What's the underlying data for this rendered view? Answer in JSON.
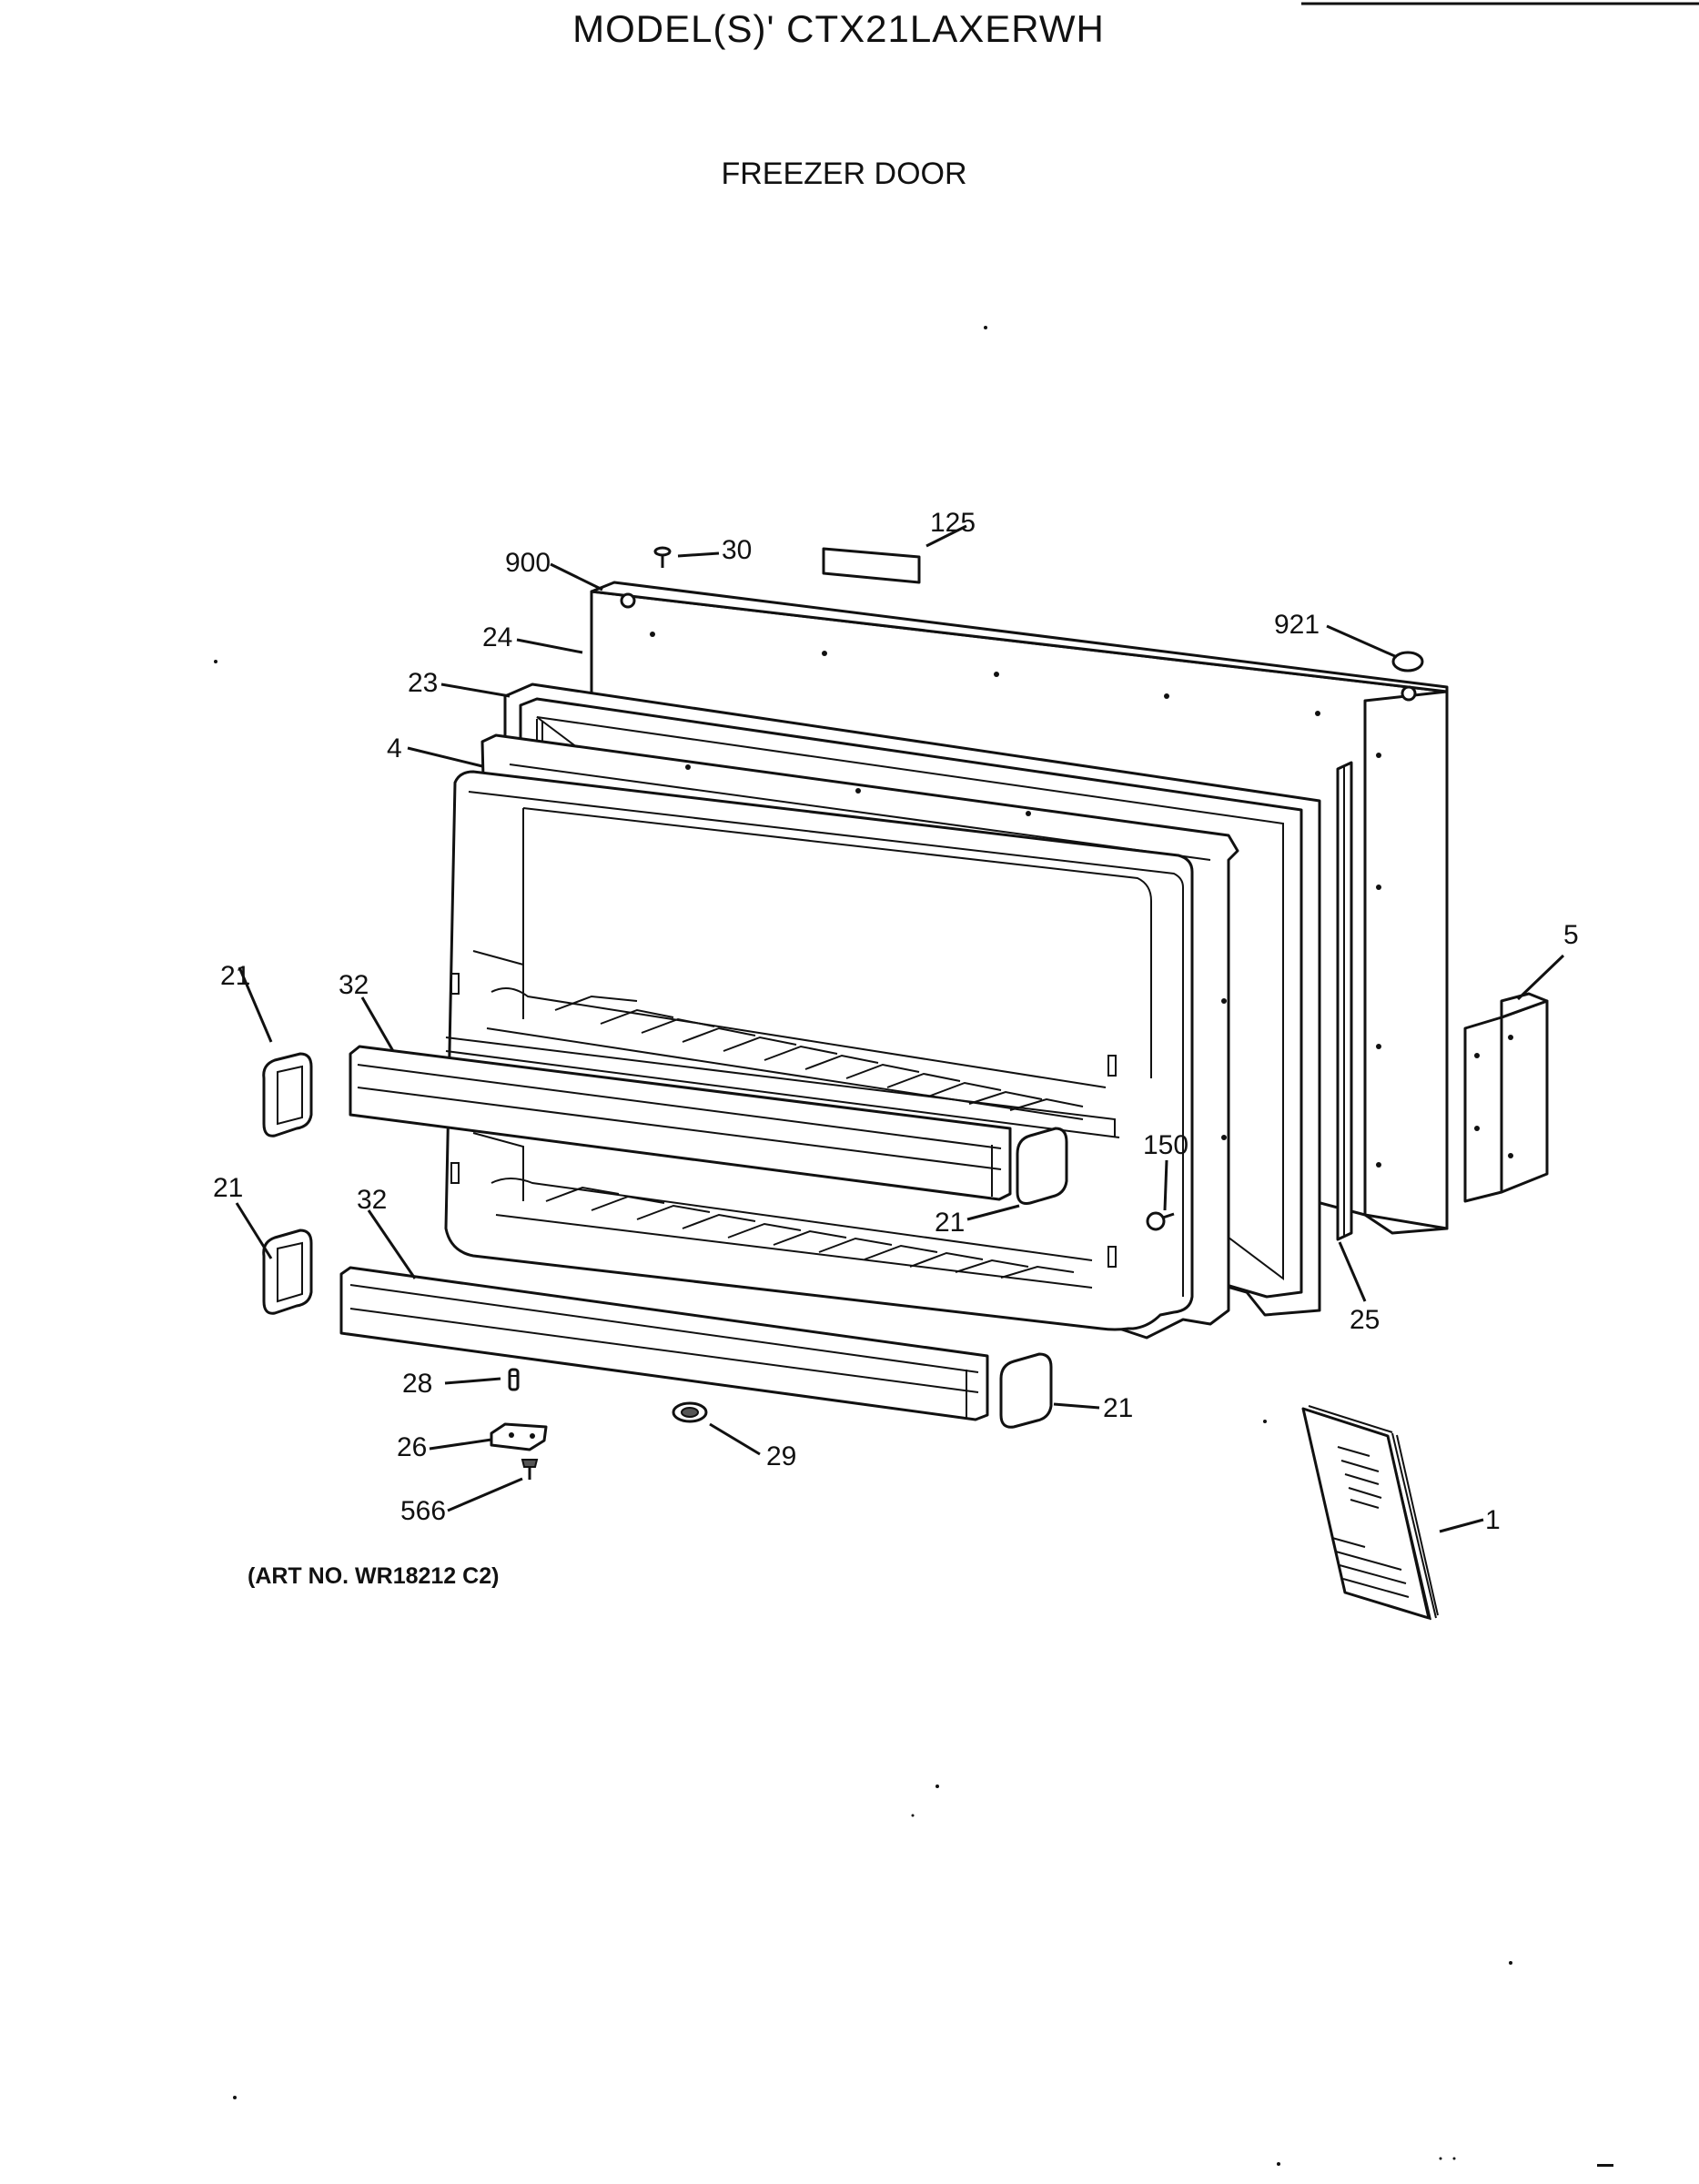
{
  "header": {
    "model_title": "MODEL(S)' CTX21LAXERWH",
    "section_title": "FREEZER DOOR"
  },
  "art_number": "(ART NO. WR18212 C2)",
  "callouts": {
    "c900": "900",
    "c30": "30",
    "c125": "125",
    "c921": "921",
    "c24": "24",
    "c23": "23",
    "c4": "4",
    "c5": "5",
    "c21_upper_left": "21",
    "c32_upper": "32",
    "c150": "150",
    "c21_upper_right": "21",
    "c21_lower_left": "21",
    "c32_lower": "32",
    "c25": "25",
    "c28": "28",
    "c26": "26",
    "c566": "566",
    "c29": "29",
    "c21_lower_right": "21",
    "c1": "1"
  }
}
